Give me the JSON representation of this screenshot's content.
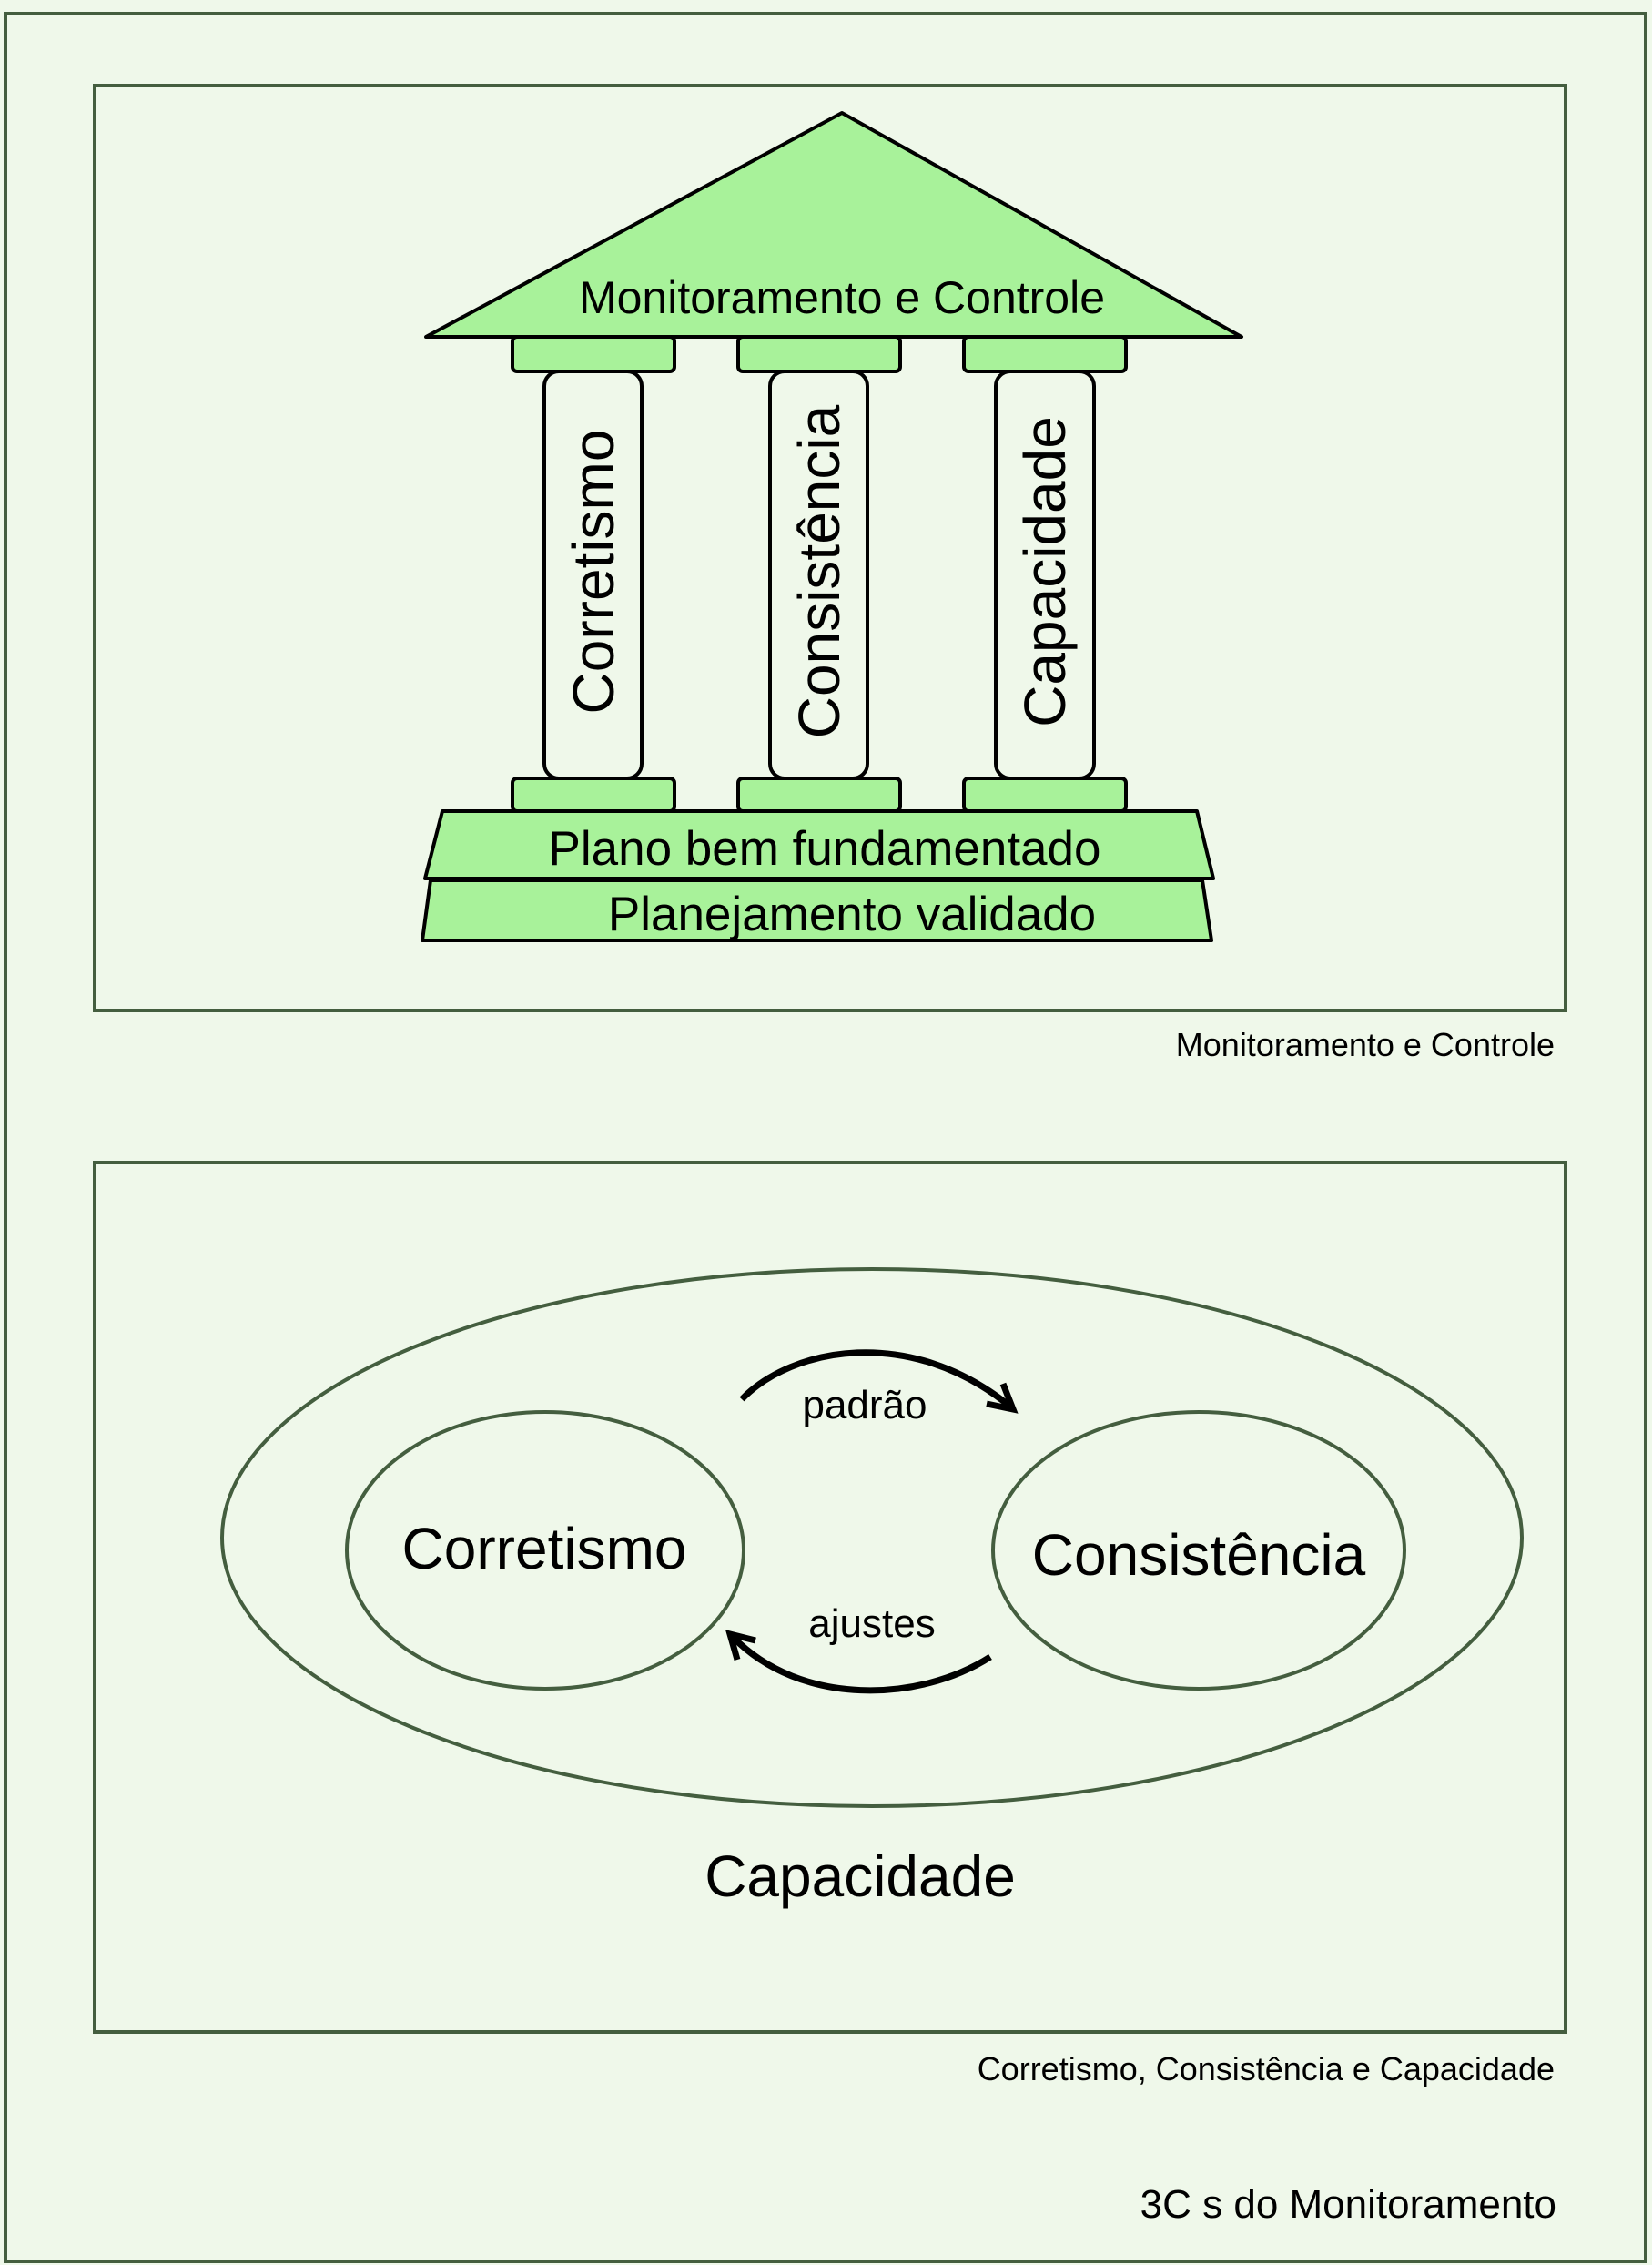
{
  "figure_title": "3C s do Monitoramento",
  "colors": {
    "background": "#eff8ea",
    "frame_stroke": "#445e3f",
    "building_fill": "#a8f29a",
    "outline": "#000000"
  },
  "panel_top": {
    "caption": "Monitoramento e Controle",
    "roof_label": "Monitoramento e Controle",
    "columns": [
      {
        "label": "Corretismo"
      },
      {
        "label": "Consistência"
      },
      {
        "label": "Capacidade"
      }
    ],
    "foundation": [
      {
        "label": "Plano bem fundamentado"
      },
      {
        "label": "Planejamento validado"
      }
    ]
  },
  "panel_bottom": {
    "caption": "Corretismo, Consistência e Capacidade",
    "outer_label": "Capacidade",
    "left_circle_label": "Corretismo",
    "right_circle_label": "Consistência",
    "arrow_top_label": "padrão",
    "arrow_bottom_label": "ajustes"
  }
}
